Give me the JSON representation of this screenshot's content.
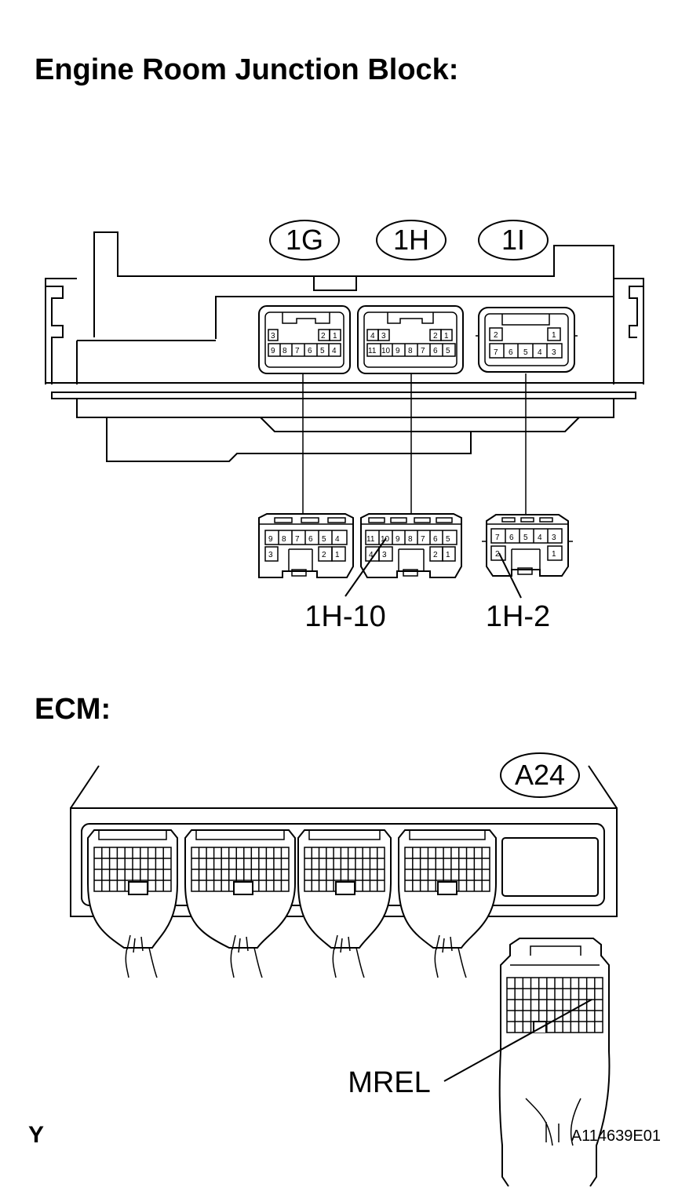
{
  "junction_block": {
    "heading": "Engine Room Junction Block:",
    "connectors": [
      {
        "id": "1G",
        "row1": [
          "3",
          "",
          "",
          "",
          "2",
          "1"
        ],
        "row2": [
          "9",
          "8",
          "7",
          "6",
          "5",
          "4"
        ]
      },
      {
        "id": "1H",
        "row1": [
          "4",
          "3",
          "",
          "",
          "2",
          "1"
        ],
        "row2": [
          "11",
          "10",
          "9",
          "8",
          "7",
          "6",
          "5"
        ]
      },
      {
        "id": "1I",
        "row1": [
          "2",
          "",
          "",
          "1"
        ],
        "row2": [
          "7",
          "6",
          "5",
          "4",
          "3"
        ]
      }
    ],
    "callouts": [
      "1H-10",
      "1H-2"
    ]
  },
  "ecm": {
    "heading": "ECM:",
    "connector_id": "A24",
    "terminal_label": "MREL"
  },
  "footer": {
    "code_left": "Y",
    "figure_id": "A114639E01"
  }
}
